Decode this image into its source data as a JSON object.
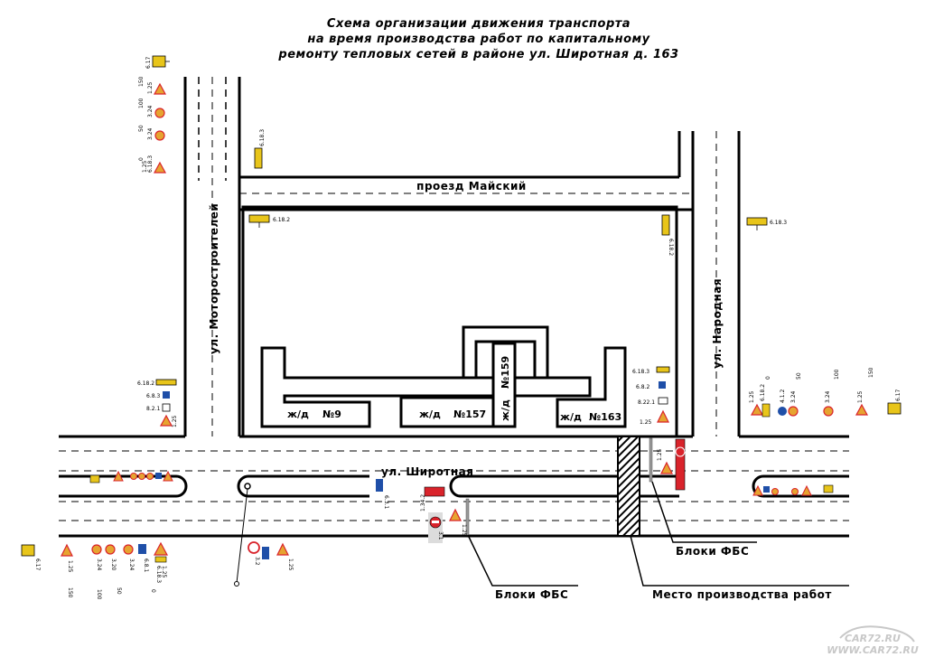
{
  "title": {
    "line1": "Схема организации движения транспорта",
    "line2": "на время производства работ по капитальному",
    "line3": "ремонту тепловых сетей в районе ул. Широтная д. 163"
  },
  "streets": {
    "motorostroiteley": "ул. Моторостроителей",
    "mayskiy": "проезд Майский",
    "narodnaya": "ул. Народная",
    "shirotnaya": "ул. Широтная"
  },
  "buildings": {
    "b9_type": "ж/д",
    "b9_num": "№9",
    "b157_type": "ж/д",
    "b157_num": "№157",
    "b159_type": "ж/д",
    "b159_num": "№159",
    "b163_type": "ж/д",
    "b163_num": "№163"
  },
  "callouts": {
    "blocks_right": "Блоки ФБС",
    "blocks_left": "Блоки ФБС",
    "work_place": "Место производства работ"
  },
  "signs": {
    "s_6_17": "6.17",
    "s_1_25": "1.25",
    "s_3_24": "3.24",
    "s_3_20": "3.20",
    "s_6_18_3": "6.18.3",
    "s_6_18_2": "6.18.2",
    "s_6_8_1": "6.8.1",
    "s_6_8_2": "6.8.2",
    "s_6_8_3": "6.8.3",
    "s_3_2": "3.2",
    "s_3_1": "3.1",
    "s_1_34_2": "1.34.2",
    "s_6_3_1": "6.3.1",
    "s_8_2_1": "8.2.1",
    "s_8_22_1": "8.22.1",
    "s_4_1_2": "4.1.2",
    "d_150": "150",
    "d_100": "100",
    "d_50": "50",
    "d_0": "0"
  },
  "watermark": {
    "top": "CAR72.RU",
    "bottom": "WWW.CAR72.RU"
  },
  "colors": {
    "sign_yellow": "#e8c51a",
    "sign_orange": "#e6a430",
    "sign_red": "#d9232b",
    "sign_blue": "#1f4fa8",
    "work_zone": "#000000"
  }
}
